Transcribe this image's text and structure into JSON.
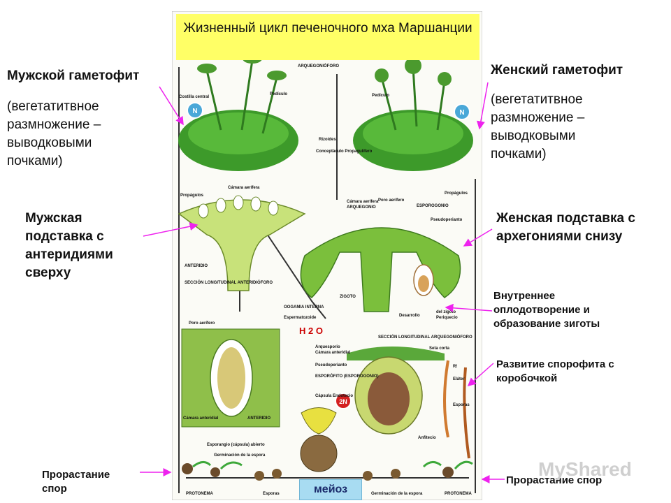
{
  "title": "Жизненный цикл печеночного мха Маршанции",
  "left": {
    "male_gametophyte": "Мужской гаметофит",
    "male_gametophyte_note": "(вегетатитвное размножение – выводковыми почками)",
    "male_receptacle": "Мужская подставка с антеридиями сверху",
    "spore_germination": "Прорастание спор"
  },
  "right": {
    "female_gametophyte": "Женский гаметофит",
    "female_gametophyte_note": "(вегетатитвное размножение – выводковыми почками)",
    "female_receptacle": "Женская подставка с архегониями снизу",
    "fertilization": "Внутреннее оплодотворение и образование зиготы",
    "sporophyte": "Развитие спорофита с коробочкой",
    "spore_germination": "Прорастание спор"
  },
  "center": {
    "water": "H 2 O",
    "meiosis": "мейоз",
    "ploidy_n": "N",
    "ploidy_2n": "2N"
  },
  "plate_labels": {
    "arquegonioforo": "ARQUEGONIÓFORO",
    "costilla": "Costilla central",
    "pediculo": "Pedículo",
    "rizoides": "Rizoides",
    "conceptaculo": "Conceptáculo Propagulífero",
    "propagulos": "Propágulos",
    "camara": "Cámara aerífera",
    "poro": "Poro aerífero",
    "arquegonio": "ARQUEGONIO",
    "esporogonio": "ESPOROGONIO",
    "pseudoperianto": "Pseudoperianto",
    "anteridio": "ANTERIDIO",
    "seccion_ant": "SECCIÓN LONGITUDINAL ANTERIDIÓFORO",
    "oogamia": "OOGAMIA INTERNA",
    "zigoto": "ZIGOTO",
    "espermatozoide": "Espermatozoide",
    "desarrollo": "Desarrollo",
    "del_zigoto": "del zigoto",
    "periqueico": "Periquecio",
    "seccion_arq": "SECCIÓN LONGITUDINAL ARQUEGONIÓFORO",
    "arquesporio": "Arquesporio",
    "seta": "Seta corta",
    "camara_ant": "Cámara anteridial",
    "esporofito": "ESPORÓFITO (ESPOROGONIO)",
    "capsula": "Cápsula Endotecio",
    "elater": "Eláter",
    "esporas": "Esporas",
    "r": "R!",
    "anfitecio": "Anfitecio",
    "esporangio": "Esporangio (cápsula) abierto",
    "germinacion": "Germinación de la espora",
    "protonema": "PROTONEMA"
  },
  "watermark": "MyShared",
  "colors": {
    "title_bg": "#ffff66",
    "meiosis_bg": "#a8dcf2",
    "arrow": "#ee22ee",
    "water": "#cc0000",
    "thallus": "#3d9a2a",
    "ploidy_n": "#4aa8d8",
    "ploidy_2n": "#d42020"
  }
}
